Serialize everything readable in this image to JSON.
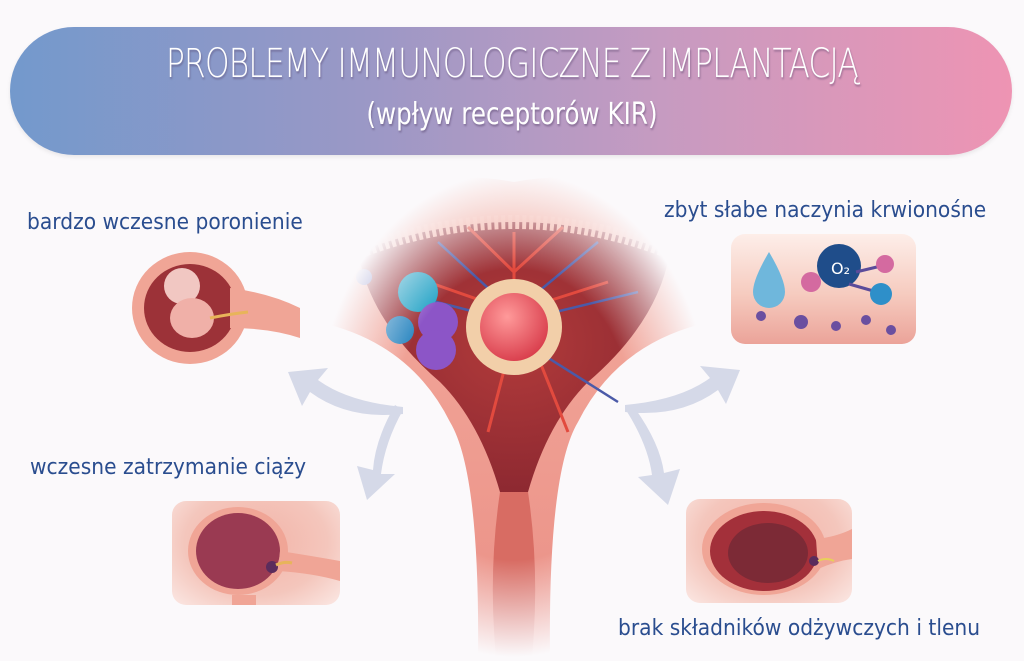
{
  "header": {
    "title": "PROBLEMY IMMUNOLOGICZNE Z IMPLANTACJĄ",
    "subtitle": "(wpływ receptorów KIR)",
    "gradient_colors": [
      "#7399cc",
      "#ee94b3"
    ]
  },
  "outcomes": [
    {
      "label": "bardzo wczesne poronienie",
      "illustration": "early-fetus-in-uterus"
    },
    {
      "label": "zbyt słabe naczynia krwionośne",
      "illustration": "water-drop-and-oxygen-molecule",
      "molecule_label": "O₂"
    },
    {
      "label": "wczesne zatrzymanie ciąży",
      "illustration": "empty-gestational-sac"
    },
    {
      "label": "brak składników odżywczych i tlenu",
      "illustration": "depleted-uterine-cavity"
    }
  ],
  "center": {
    "illustration": "uterus-cross-section-with-embryo-and-immune-cells"
  },
  "colors": {
    "label_text": "#2a4d8f",
    "arrow": "#d5d9e8",
    "tissue": "#e9877c"
  }
}
